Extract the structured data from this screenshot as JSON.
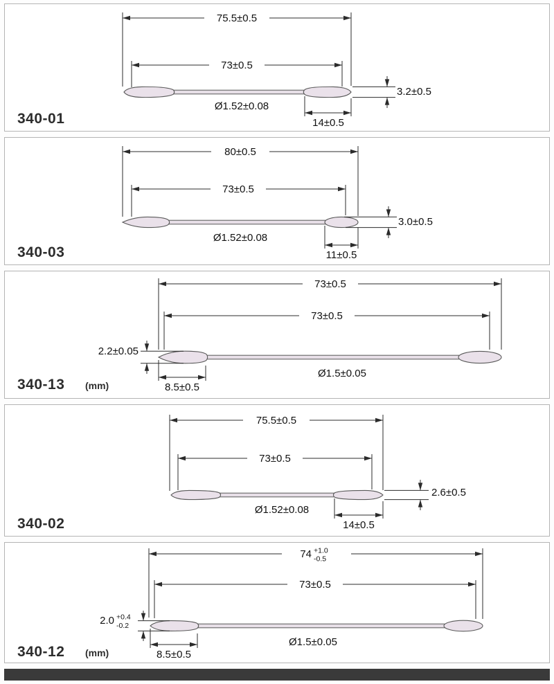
{
  "colors": {
    "line": "#2b2b2b",
    "tip_fill": "#eae1ea",
    "stick_fill": "#e7dfe7",
    "panel_border": "#b4b4b4",
    "footer_bar": "#3a3a3a"
  },
  "panels": [
    {
      "model": "340-01",
      "overall": "75.5±0.5",
      "inner": "73±0.5",
      "diameter": "Ø1.52±0.08",
      "tip_height": "3.2±0.5",
      "tip_length": "14±0.5"
    },
    {
      "model": "340-03",
      "overall": "80±0.5",
      "inner": "73±0.5",
      "diameter": "Ø1.52±0.08",
      "tip_height": "3.0±0.5",
      "tip_length": "11±0.5"
    },
    {
      "model": "340-13",
      "unit": "(mm)",
      "overall": "73±0.5",
      "inner": "73±0.5",
      "diameter": "Ø1.5±0.05",
      "tip_height": "2.2±0.05",
      "tip_length": "8.5±0.5"
    },
    {
      "model": "340-02",
      "overall": "75.5±0.5",
      "inner": "73±0.5",
      "diameter": "Ø1.52±0.08",
      "tip_height": "2.6±0.5",
      "tip_length": "14±0.5"
    },
    {
      "model": "340-12",
      "unit": "(mm)",
      "overall_base": "74",
      "overall_tol_upper": "+1.0",
      "overall_tol_lower": "-0.5",
      "inner": "73±0.5",
      "diameter": "Ø1.5±0.05",
      "tip_height_base": "2.0",
      "tip_height_tol_upper": "+0.4",
      "tip_height_tol_lower": "-0.2",
      "tip_length": "8.5±0.5"
    }
  ]
}
